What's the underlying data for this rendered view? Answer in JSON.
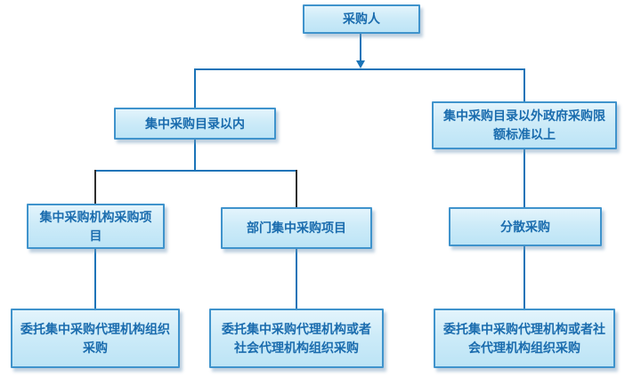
{
  "diagram": {
    "type": "flowchart",
    "colors": {
      "box_border": "#3f93cc",
      "box_fill_top": "#e3f4fc",
      "box_fill_bottom": "#bce4f6",
      "text": "#1a6cae",
      "connector_blue": "#1b74b8",
      "connector_black": "#2f2f2f",
      "background": "#ffffff"
    },
    "nodes": [
      {
        "id": "purchaser",
        "label": "采购人"
      },
      {
        "id": "within-central-catalog",
        "label": "集中采购目录以内"
      },
      {
        "id": "outside-catalog-above-quota",
        "label": "集中采购目录以外政府采购限额标准以上"
      },
      {
        "id": "central-agency-procurement-projects",
        "label": "集中采购机构采购项目"
      },
      {
        "id": "department-centralized-projects",
        "label": "部门集中采购项目"
      },
      {
        "id": "decentralized-procurement",
        "label": "分散采购"
      },
      {
        "id": "entrust-central-agency",
        "label": "委托集中采购代理机构组织采购"
      },
      {
        "id": "entrust-central-or-social-agency-1",
        "label": "委托集中采购代理机构或者社会代理机构组织采购"
      },
      {
        "id": "entrust-central-or-social-agency-2",
        "label": "委托集中采购代理机构或者社会代理机构组织采购"
      }
    ],
    "edges": [
      {
        "from": "purchaser",
        "to": "within-central-catalog",
        "arrow": true
      },
      {
        "from": "purchaser",
        "to": "outside-catalog-above-quota",
        "arrow": true
      },
      {
        "from": "within-central-catalog",
        "to": "central-agency-procurement-projects",
        "arrow": false
      },
      {
        "from": "within-central-catalog",
        "to": "department-centralized-projects",
        "arrow": false
      },
      {
        "from": "outside-catalog-above-quota",
        "to": "decentralized-procurement",
        "arrow": false
      },
      {
        "from": "central-agency-procurement-projects",
        "to": "entrust-central-agency",
        "arrow": false
      },
      {
        "from": "department-centralized-projects",
        "to": "entrust-central-or-social-agency-1",
        "arrow": false
      },
      {
        "from": "decentralized-procurement",
        "to": "entrust-central-or-social-agency-2",
        "arrow": false
      }
    ]
  }
}
